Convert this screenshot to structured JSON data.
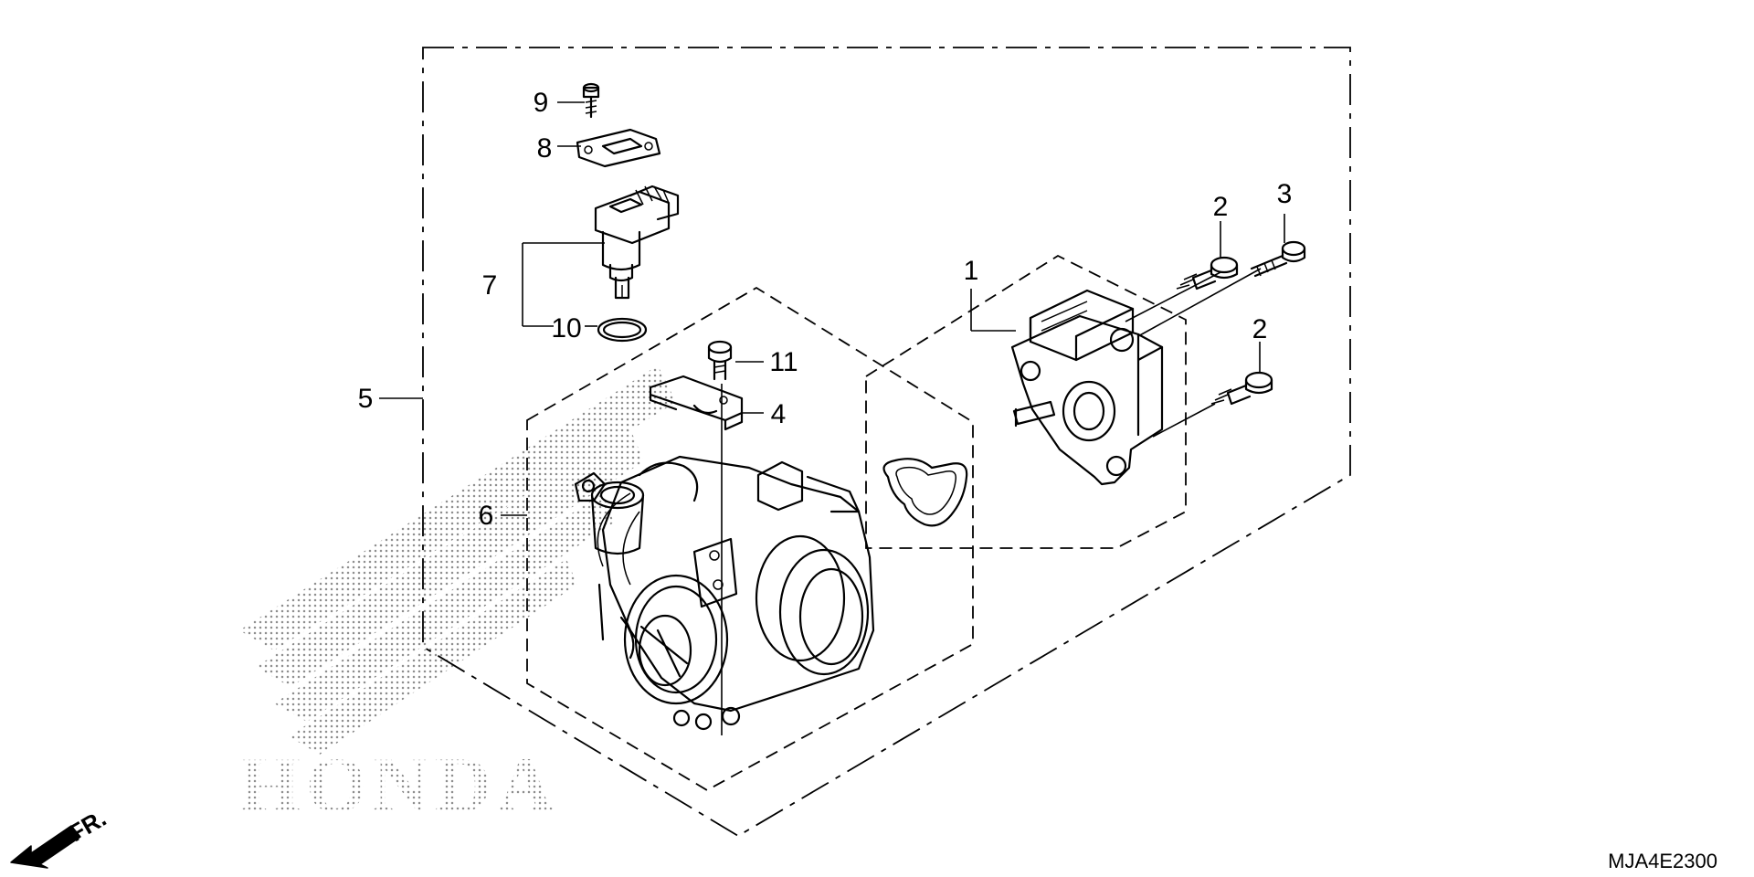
{
  "diagram": {
    "callouts": [
      {
        "id": "1",
        "label": "1"
      },
      {
        "id": "2a",
        "label": "2"
      },
      {
        "id": "2b",
        "label": "2"
      },
      {
        "id": "3",
        "label": "3"
      },
      {
        "id": "4",
        "label": "4"
      },
      {
        "id": "5",
        "label": "5"
      },
      {
        "id": "6",
        "label": "6"
      },
      {
        "id": "7",
        "label": "7"
      },
      {
        "id": "8",
        "label": "8"
      },
      {
        "id": "9",
        "label": "9"
      },
      {
        "id": "10",
        "label": "10"
      },
      {
        "id": "11",
        "label": "11"
      }
    ],
    "front_marker": "FR.",
    "watermark": "HONDA",
    "diagram_code": "MJA4E2300"
  }
}
